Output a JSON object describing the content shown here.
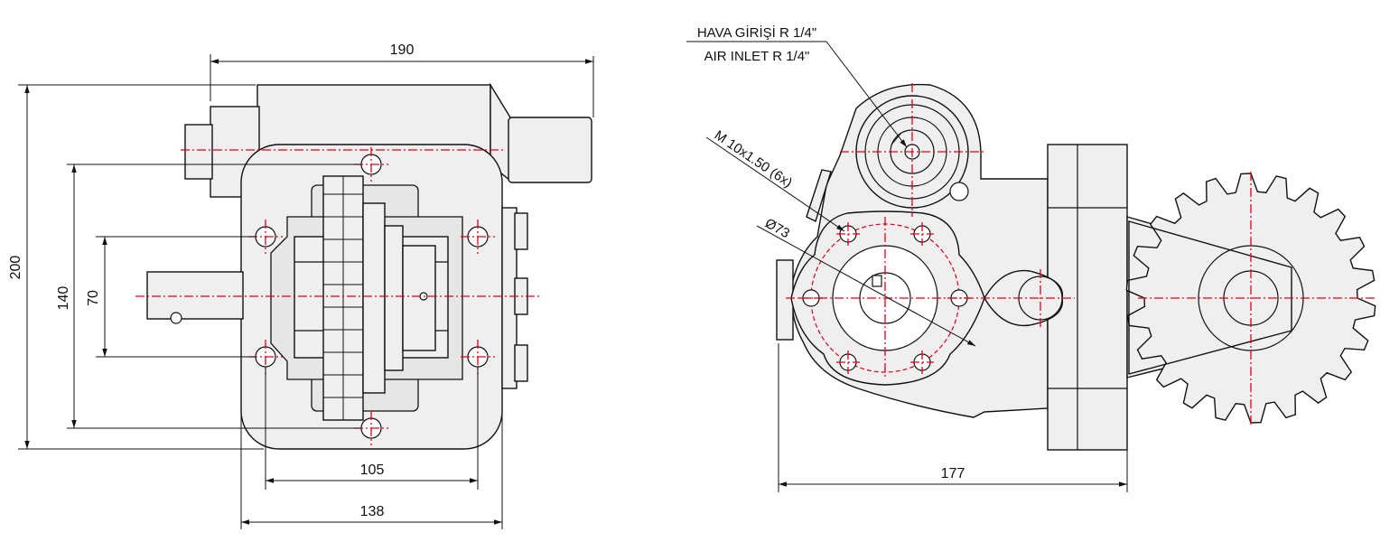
{
  "colors": {
    "outline": "#111111",
    "centerline": "#e0001a",
    "fill": "#efefef"
  },
  "front_view": {
    "dim_overall_width": "190",
    "dim_overall_height": "200",
    "dim_bolt_vertical": "140",
    "dim_shaft_span": "70",
    "dim_bolt_horizontal": "105",
    "dim_flange_width": "138"
  },
  "side_view": {
    "air_inlet_tr": "HAVA GİRİŞİ R 1/4\"",
    "air_inlet_en": "AIR INLET R 1/4\"",
    "thread_spec": "M 10x1.50 (6x)",
    "bolt_circle": "Ø73",
    "dim_length": "177"
  }
}
